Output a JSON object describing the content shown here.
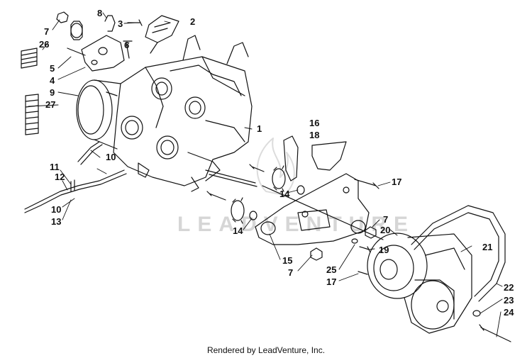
{
  "watermark": "LEADVENTURE",
  "footer": "Rendered by LeadVenture, Inc.",
  "callouts": [
    "7",
    "8",
    "3",
    "2",
    "26",
    "6",
    "5",
    "4",
    "9",
    "27",
    "1",
    "16",
    "18",
    "10",
    "11",
    "12",
    "17",
    "14",
    "7",
    "10",
    "13",
    "20",
    "14",
    "21",
    "15",
    "19",
    "7",
    "25",
    "17",
    "22",
    "23",
    "24"
  ]
}
